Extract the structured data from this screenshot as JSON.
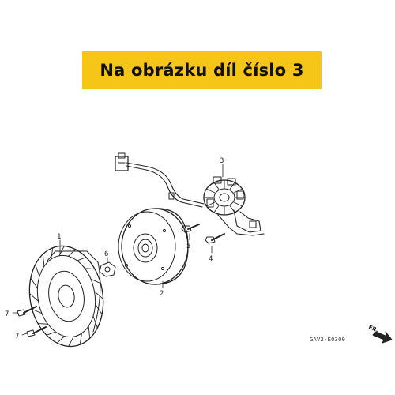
{
  "banner": {
    "text": "Na obrázku díl číslo 3"
  },
  "callouts": [
    {
      "id": "1",
      "label": "1",
      "part": "fan"
    },
    {
      "id": "2",
      "label": "2",
      "part": "flywheel"
    },
    {
      "id": "3",
      "label": "3",
      "part": "stator"
    },
    {
      "id": "4",
      "label": "4",
      "part": "bolt"
    },
    {
      "id": "5",
      "label": "5",
      "part": "bolt"
    },
    {
      "id": "6",
      "label": "6",
      "part": "nut"
    },
    {
      "id": "7a",
      "label": "7",
      "part": "bolt"
    },
    {
      "id": "7b",
      "label": "7",
      "part": "bolt"
    }
  ],
  "diagram_code": "GAV2-E0300",
  "direction_label": "FR.",
  "colors": {
    "banner": "#f5c518",
    "line": "#222222"
  }
}
